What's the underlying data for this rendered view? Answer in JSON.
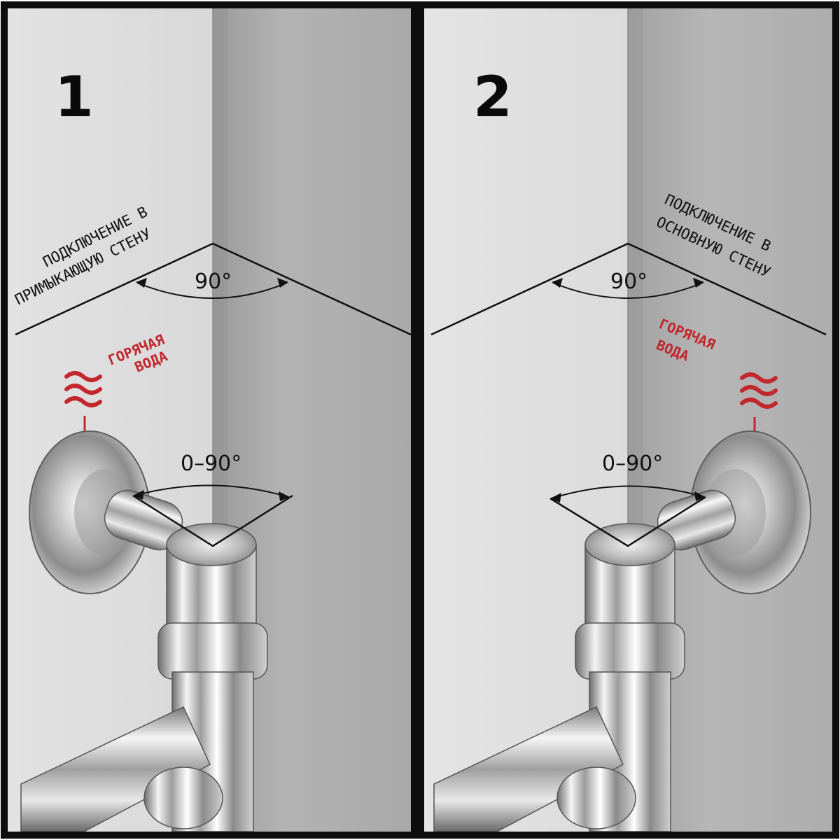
{
  "panels": [
    {
      "number": "1",
      "connection_line1": "ПОДКЛЮЧЕНИЕ В",
      "connection_line2": "ПРИМЫКАЮЩУЮ СТЕНУ",
      "wall_angle": "90°",
      "hot_line1": "ГОРЯЧАЯ",
      "hot_line2": "ВОДА",
      "rotation_range": "0–90°"
    },
    {
      "number": "2",
      "connection_line1": "ПОДКЛЮЧЕНИЕ В",
      "connection_line2": "ОСНОВНУЮ СТЕНУ",
      "wall_angle": "90°",
      "hot_line1": "ГОРЯЧАЯ",
      "hot_line2": "ВОДА",
      "rotation_range": "0–90°"
    }
  ],
  "colors": {
    "border": "#0d0d0d",
    "wall_light": "#d8d8d8",
    "wall_dark": "#a8a8a8",
    "hot_water": "#c1272d",
    "chrome": "#e8e8e8"
  },
  "icons": {
    "hot_water": "heat-waves-icon"
  }
}
